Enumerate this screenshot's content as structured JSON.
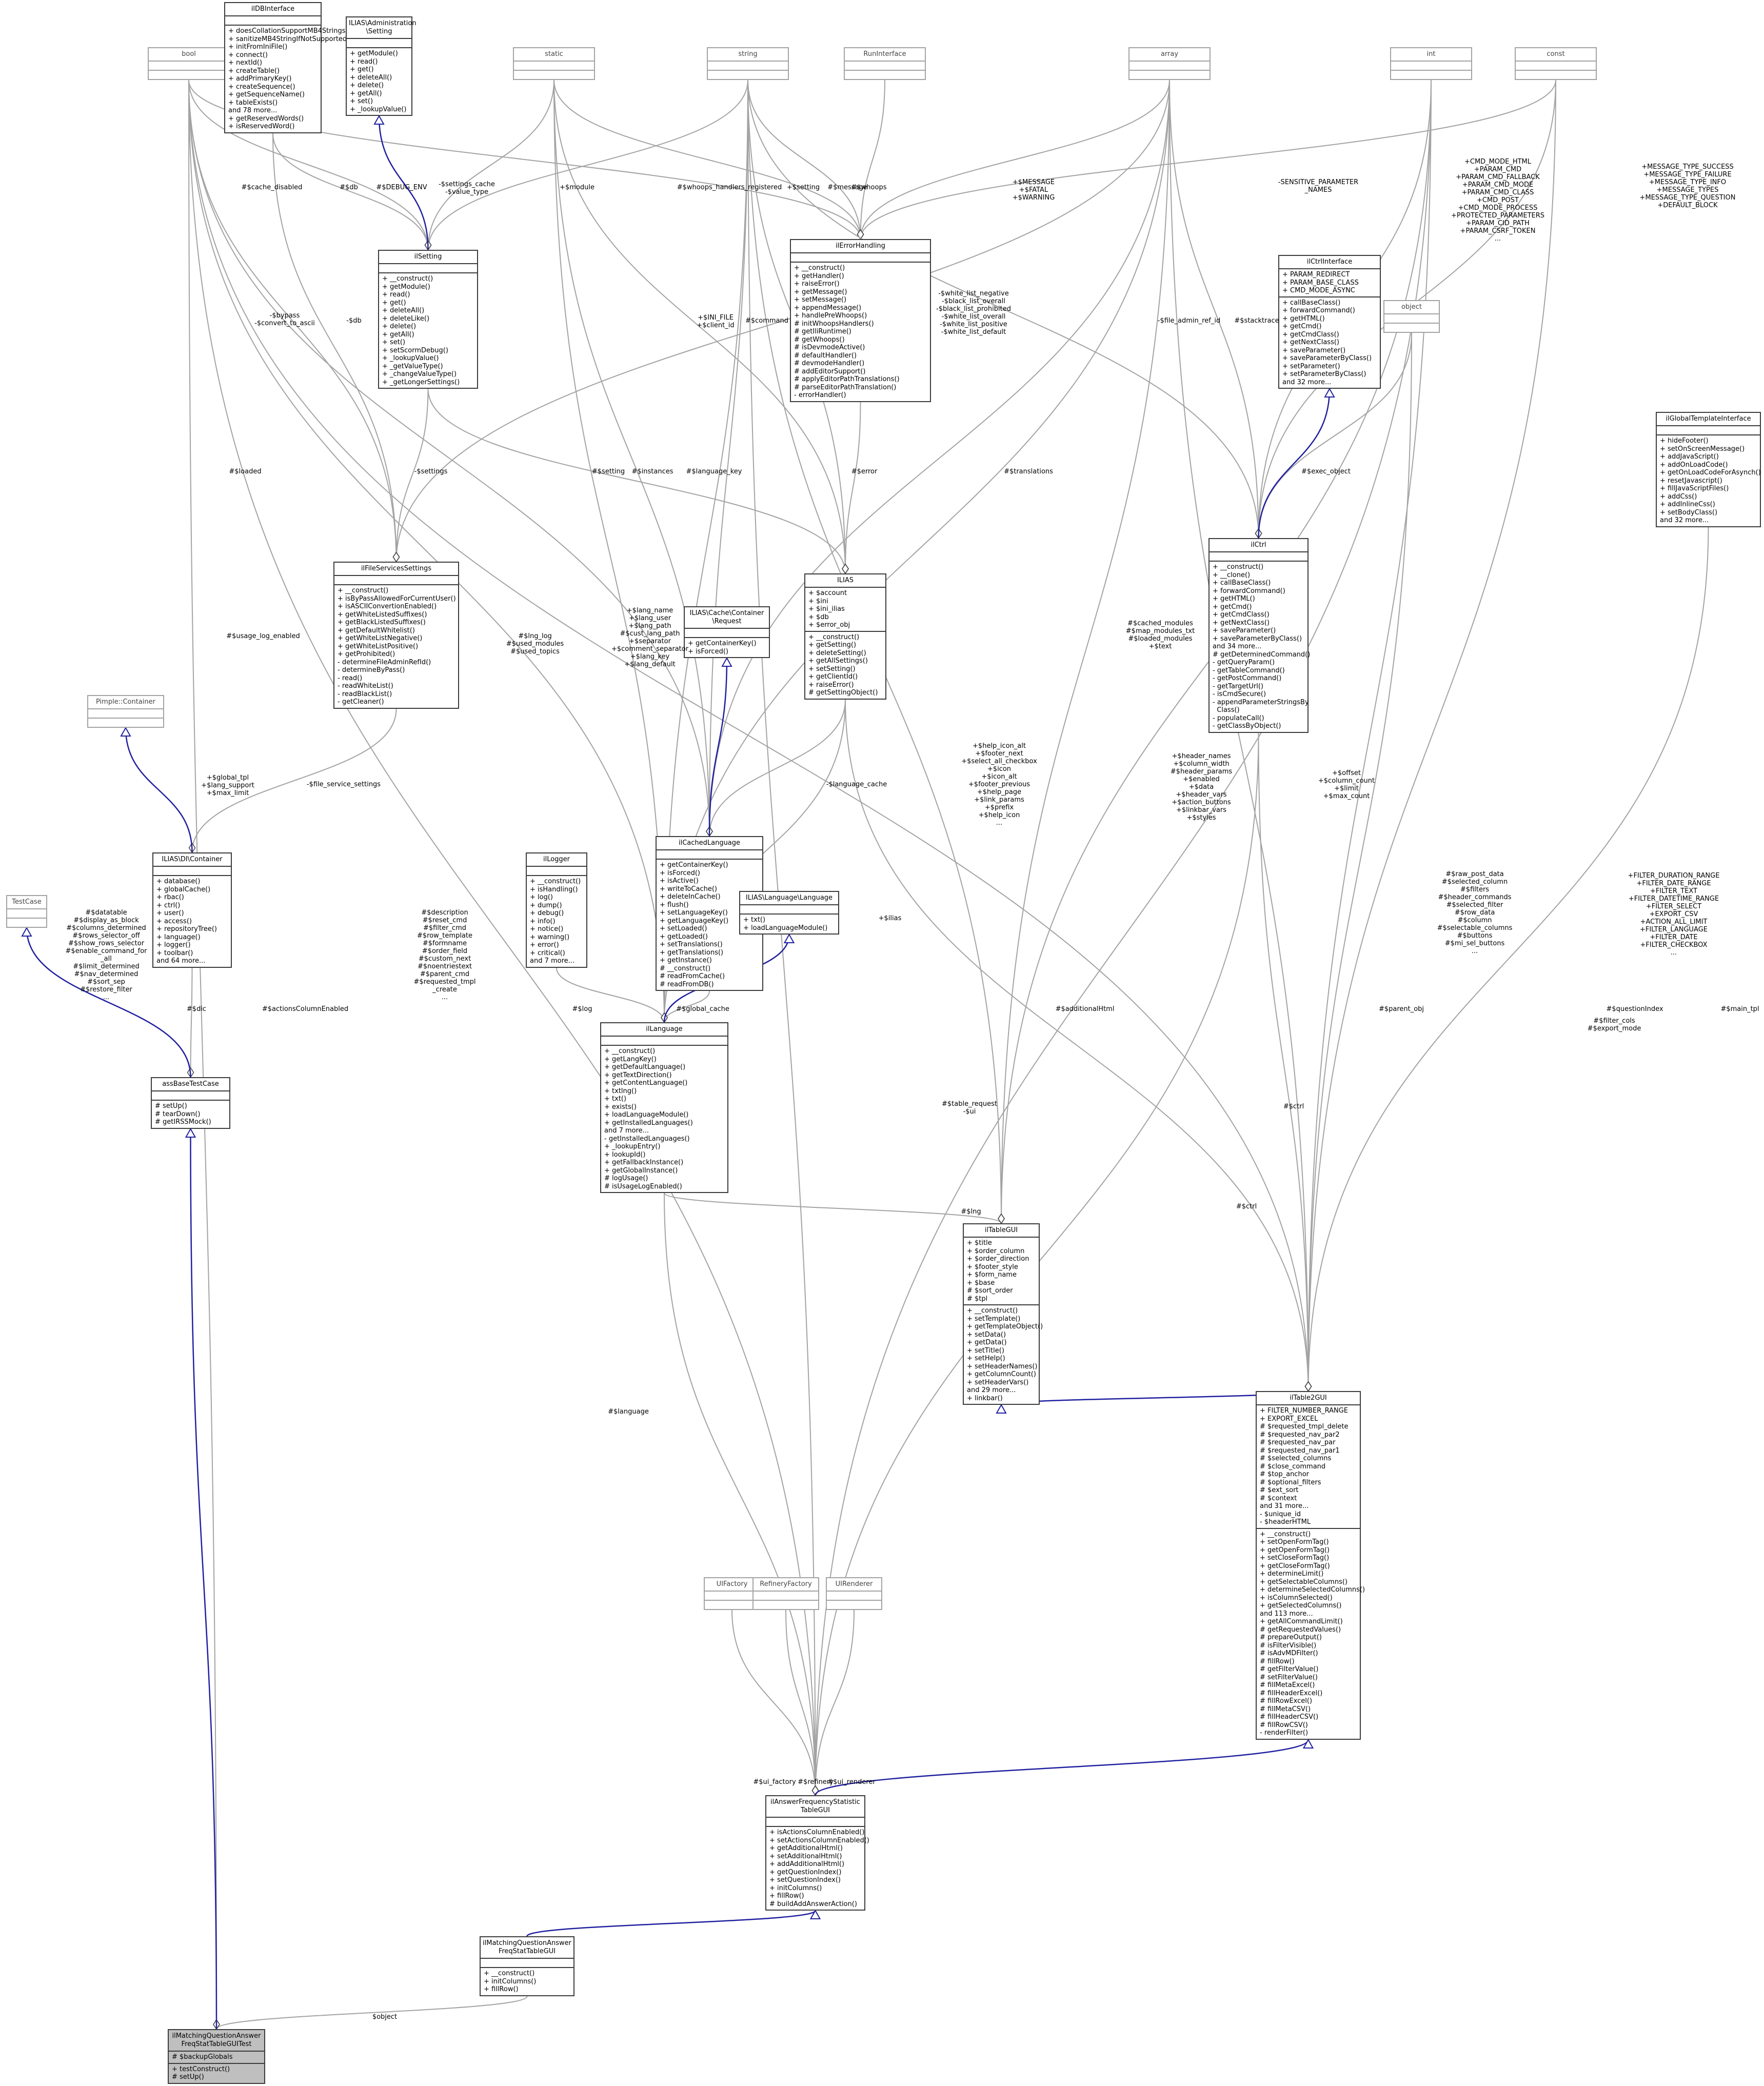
{
  "diagram": {
    "nodes": {
      "bool": {
        "title": "bool",
        "attrs": [],
        "methods": [],
        "ghost": true
      },
      "ilDBInterface": {
        "title": "ilDBInterface",
        "attrs": [],
        "methods": [
          "+ doesCollationSupportMB4Strings()",
          "+ sanitizeMB4StringIfNotSupported()",
          "+ initFromIniFile()",
          "+ connect()",
          "+ nextId()",
          "+ createTable()",
          "+ addPrimaryKey()",
          "+ createSequence()",
          "+ getSequenceName()",
          "+ tableExists()",
          "and 78 more...",
          "+ getReservedWords()",
          "+ isReservedWord()"
        ]
      },
      "iliasSetting": {
        "title": "ILIAS\\Administration\n\\Setting",
        "attrs": [],
        "methods": [
          "+ getModule()",
          "+ read()",
          "+ get()",
          "+ deleteAll()",
          "+ delete()",
          "+ getAll()",
          "+ set()",
          "+ _lookupValue()"
        ]
      },
      "static": {
        "title": "static",
        "attrs": [],
        "methods": [],
        "ghost": true
      },
      "string": {
        "title": "string",
        "attrs": [],
        "methods": [],
        "ghost": true
      },
      "RunInterface": {
        "title": "RunInterface",
        "attrs": [],
        "methods": [],
        "ghost": true
      },
      "array": {
        "title": "array",
        "attrs": [],
        "methods": [],
        "ghost": true
      },
      "int": {
        "title": "int",
        "attrs": [],
        "methods": [],
        "ghost": true
      },
      "const": {
        "title": "const",
        "attrs": [],
        "methods": [],
        "ghost": true
      },
      "ilSetting": {
        "title": "ilSetting",
        "attrs": [],
        "methods": [
          "+ __construct()",
          "+ getModule()",
          "+ read()",
          "+ get()",
          "+ deleteAll()",
          "+ deleteLike()",
          "+ delete()",
          "+ getAll()",
          "+ set()",
          "+ setScormDebug()",
          "+ _lookupValue()",
          "+ _getValueType()",
          "+ _changeValueType()",
          "+ _getLongerSettings()"
        ]
      },
      "ilErrorHandling": {
        "title": "ilErrorHandling",
        "attrs": [],
        "methods": [
          "+ __construct()",
          "+ getHandler()",
          "+ raiseError()",
          "+ getMessage()",
          "+ setMessage()",
          "+ appendMessage()",
          "+ handlePreWhoops()",
          "# initWhoopsHandlers()",
          "# getIliRuntime()",
          "# getWhoops()",
          "# isDevmodeActive()",
          "# defaultHandler()",
          "# devmodeHandler()",
          "# addEditorSupport()",
          "# applyEditorPathTranslations()",
          "# parseEditorPathTranslation()",
          "- errorHandler()"
        ]
      },
      "ilCtrlInterface": {
        "title": "ilCtrlInterface",
        "attrs": [
          "+ PARAM_REDIRECT",
          "+ PARAM_BASE_CLASS",
          "+ CMD_MODE_ASYNC"
        ],
        "methods": [
          "+ callBaseClass()",
          "+ forwardCommand()",
          "+ getHTML()",
          "+ getCmd()",
          "+ getCmdClass()",
          "+ getNextClass()",
          "+ saveParameter()",
          "+ saveParameterByClass()",
          "+ setParameter()",
          "+ setParameterByClass()",
          "and 32 more..."
        ]
      },
      "object": {
        "title": "object",
        "attrs": [],
        "methods": [],
        "ghost": true
      },
      "ilGlobalTemplateInterface": {
        "title": "ilGlobalTemplateInterface",
        "attrs": [],
        "methods": [
          "+ hideFooter()",
          "+ setOnScreenMessage()",
          "+ addJavaScript()",
          "+ addOnLoadCode()",
          "+ getOnLoadCodeForAsynch()",
          "+ resetJavascript()",
          "+ fillJavaScriptFiles()",
          "+ addCss()",
          "+ addInlineCss()",
          "+ setBodyClass()",
          "and 32 more..."
        ]
      },
      "ilFileServicesSettings": {
        "title": "ilFileServicesSettings",
        "attrs": [],
        "methods": [
          "+ __construct()",
          "+ isByPassAllowedForCurrentUser()",
          "+ isASCIIConvertionEnabled()",
          "+ getWhiteListedSuffixes()",
          "+ getBlackListedSuffixes()",
          "+ getDefaultWhitelist()",
          "+ getWhiteListNegative()",
          "+ getWhiteListPositive()",
          "+ getProhibited()",
          "- determineFileAdminRefId()",
          "- determineByPass()",
          "- read()",
          "- readWhiteList()",
          "- readBlackList()",
          "- getCleaner()"
        ]
      },
      "ILIAS": {
        "title": "ILIAS",
        "attrs": [
          "+ $account",
          "+ $ini",
          "+ $ini_ilias",
          "+ $db",
          "+ $error_obj"
        ],
        "methods": [
          "+ __construct()",
          "+ getSetting()",
          "+ deleteSetting()",
          "+ getAllSettings()",
          "+ setSetting()",
          "+ getClientId()",
          "+ raiseError()",
          "# getSettingObject()"
        ]
      },
      "ilCtrl": {
        "title": "ilCtrl",
        "attrs": [],
        "methods": [
          "+ __construct()",
          "+ __clone()",
          "+ callBaseClass()",
          "+ forwardCommand()",
          "+ getHTML()",
          "+ getCmd()",
          "+ getCmdClass()",
          "+ getNextClass()",
          "+ saveParameter()",
          "+ saveParameterByClass()",
          "and 34 more...",
          "# getDeterminedCommand()",
          "- getQueryParam()",
          "- getTableCommand()",
          "- getPostCommand()",
          "- getTargetUrl()",
          "- isCmdSecure()",
          "- appendParameterStringsBy",
          "  Class()",
          "- populateCall()",
          "- getClassByObject()"
        ]
      },
      "PimpleContainer": {
        "title": "Pimple::Container",
        "attrs": [],
        "methods": [],
        "ghost": true
      },
      "CacheRequest": {
        "title": "ILIAS\\Cache\\Container\n\\Request",
        "attrs": [],
        "methods": [
          "+ getContainerKey()",
          "+ isForced()"
        ]
      },
      "TestCase": {
        "title": "TestCase",
        "attrs": [],
        "methods": [],
        "ghost": true
      },
      "DIContainer": {
        "title": "ILIAS\\DI\\Container",
        "attrs": [],
        "methods": [
          "+ database()",
          "+ globalCache()",
          "+ rbac()",
          "+ ctrl()",
          "+ user()",
          "+ access()",
          "+ repositoryTree()",
          "+ language()",
          "+ logger()",
          "+ toolbar()",
          "and 64 more..."
        ]
      },
      "ilLogger": {
        "title": "ilLogger",
        "attrs": [],
        "methods": [
          "+ __construct()",
          "+ isHandling()",
          "+ log()",
          "+ dump()",
          "+ debug()",
          "+ info()",
          "+ notice()",
          "+ warning()",
          "+ error()",
          "+ critical()",
          "and 7 more..."
        ]
      },
      "ilCachedLanguage": {
        "title": "ilCachedLanguage",
        "attrs": [],
        "methods": [
          "+ getContainerKey()",
          "+ isForced()",
          "+ isActive()",
          "+ writeToCache()",
          "+ deleteInCache()",
          "+ flush()",
          "+ setLanguageKey()",
          "+ getLanguageKey()",
          "+ setLoaded()",
          "+ getLoaded()",
          "+ setTranslations()",
          "+ getTranslations()",
          "+ getInstance()",
          "# __construct()",
          "# readFromCache()",
          "# readFromDB()"
        ]
      },
      "LanguageIface": {
        "title": "ILIAS\\Language\\Language",
        "attrs": [],
        "methods": [
          "+ txt()",
          "+ loadLanguageModule()"
        ]
      },
      "assBaseTestCase": {
        "title": "assBaseTestCase",
        "attrs": [],
        "methods": [
          "# setUp()",
          "# tearDown()",
          "# getIRSSMock()"
        ]
      },
      "ilLanguage": {
        "title": "ilLanguage",
        "attrs": [],
        "methods": [
          "+ __construct()",
          "+ getLangKey()",
          "+ getDefaultLanguage()",
          "+ getTextDirection()",
          "+ getContentLanguage()",
          "+ txtlng()",
          "+ txt()",
          "+ exists()",
          "+ loadLanguageModule()",
          "+ getInstalledLanguages()",
          "and 7 more...",
          "- getInstalledLanguages()",
          "+ _lookupEntry()",
          "+ lookupId()",
          "+ getFallbackInstance()",
          "+ getGlobalInstance()",
          "# logUsage()",
          "# isUsageLogEnabled()"
        ]
      },
      "ilTableGUI": {
        "title": "ilTableGUI",
        "attrs": [
          "+ $title",
          "+ $order_column",
          "+ $order_direction",
          "+ $footer_style",
          "+ $form_name",
          "+ $base",
          "# $sort_order",
          "# $tpl"
        ],
        "methods": [
          "+ __construct()",
          "+ setTemplate()",
          "+ getTemplateObject()",
          "+ setData()",
          "+ getData()",
          "+ setTitle()",
          "+ setHelp()",
          "+ setHeaderNames()",
          "+ getColumnCount()",
          "+ setHeaderVars()",
          "and 29 more...",
          "+ linkbar()"
        ]
      },
      "ilTable2GUI": {
        "title": "ilTable2GUI",
        "attrs": [
          "+ FILTER_NUMBER_RANGE",
          "+ EXPORT_EXCEL",
          "# $requested_tmpl_delete",
          "# $requested_nav_par2",
          "# $requested_nav_par",
          "# $requested_nav_par1",
          "# $selected_columns",
          "# $close_command",
          "# $top_anchor",
          "# $optional_filters",
          "# $ext_sort",
          "# $context",
          "and 31 more...",
          "- $unique_id",
          "- $headerHTML"
        ],
        "methods": [
          "+ __construct()",
          "+ setOpenFormTag()",
          "+ getOpenFormTag()",
          "+ setCloseFormTag()",
          "+ getCloseFormTag()",
          "+ determineLimit()",
          "+ getSelectableColumns()",
          "+ determineSelectedColumns()",
          "+ isColumnSelected()",
          "+ getSelectedColumns()",
          "and 113 more...",
          "+ getAllCommandLimit()",
          "# getRequestedValues()",
          "# prepareOutput()",
          "# isFilterVisible()",
          "# isAdvMDFilter()",
          "# fillRow()",
          "# getFilterValue()",
          "# setFilterValue()",
          "# fillMetaExcel()",
          "# fillHeaderExcel()",
          "# fillRowExcel()",
          "# fillMetaCSV()",
          "# fillHeaderCSV()",
          "# fillRowCSV()",
          "- renderFilter()"
        ]
      },
      "UIFactory": {
        "title": "UIFactory",
        "attrs": [],
        "methods": [],
        "ghost": true
      },
      "RefineryFactory": {
        "title": "RefineryFactory",
        "attrs": [],
        "methods": [],
        "ghost": true
      },
      "UIRenderer": {
        "title": "UIRenderer",
        "attrs": [],
        "methods": [],
        "ghost": true
      },
      "ilAnswerFreq": {
        "title": "ilAnswerFrequencyStatistic\nTableGUI",
        "attrs": [],
        "methods": [
          "+ isActionsColumnEnabled()",
          "+ setActionsColumnEnabled()",
          "+ getAdditionalHtml()",
          "+ setAdditionalHtml()",
          "+ addAdditionalHtml()",
          "+ getQuestionIndex()",
          "+ setQuestionIndex()",
          "+ initColumns()",
          "+ fillRow()",
          "# buildAddAnswerAction()"
        ]
      },
      "ilMatchingFreq": {
        "title": "ilMatchingQuestionAnswer\nFreqStatTableGUI",
        "attrs": [],
        "methods": [
          "+ __construct()",
          "+ initColumns()",
          "+ fillRow()"
        ]
      },
      "ilMatchingTest": {
        "title": "ilMatchingQuestionAnswer\nFreqStatTableGUITest",
        "attrs": [
          "# $backupGlobals"
        ],
        "methods": [
          "+ testConstruct()",
          "# setUp()"
        ],
        "focus": true
      }
    },
    "labels": {
      "cache_disabled": "#$cache_disabled",
      "db": "#$db",
      "debug_env": "#$DEBUG_ENV",
      "settings_cache": "-$settings_cache\n-$value_type",
      "module": "+$module",
      "whoops_handlers": "#$whoops_handlers_registered",
      "setting_p": "+$setting",
      "message": "#$message",
      "whoops": "#$whoops",
      "message_fatal": "+$MESSAGE\n+$FATAL\n+$WARNING",
      "sensitive": "-SENSITIVE_PARAMETER\n_NAMES",
      "cmd_consts": "+CMD_MODE_HTML\n+PARAM_CMD\n+PARAM_CMD_FALLBACK\n+PARAM_CMD_MODE\n+PARAM_CMD_CLASS\n+CMD_POST\n+CMD_MODE_PROCESS\n+PROTECTED_PARAMETERS\n+PARAM_CID_PATH\n+PARAM_CSRF_TOKEN\n...",
      "msg_consts": "+MESSAGE_TYPE_SUCCESS\n+MESSAGE_TYPE_FAILURE\n+MESSAGE_TYPE_INFO\n+MESSAGE_TYPES\n+MESSAGE_TYPE_QUESTION\n+DEFAULT_BLOCK",
      "bypass": "-$bypass\n-$convert_to_ascii",
      "db2": "-$db",
      "ini_file": "+$INI_FILE\n+$client_id",
      "command": "#$command",
      "white_list": "-$white_list_negative\n-$black_list_overall\n-$black_list_prohibited\n-$white_list_overall\n-$white_list_positive\n-$white_list_default",
      "file_admin": "-$file_admin_ref_id",
      "stacktrace": "#$stacktrace",
      "loaded": "#$loaded",
      "settings": "-$settings",
      "setting_h": "#$setting",
      "instances": "#$instances",
      "language_key": "#$language_key",
      "error": "#$error",
      "translations": "#$translations",
      "exec_object": "#$exec_object",
      "usage_log": "#$usage_log_enabled",
      "lng_log": "#$lng_log\n#$used_modules\n#$used_topics",
      "lang_name": "+$lang_name\n+$lang_user\n+$lang_path\n#$cust_lang_path\n+$separator\n+$comment_separator\n+$lang_key\n+$lang_default",
      "cached_modules": "#$cached_modules\n#$map_modules_txt\n#$loaded_modules\n+$text",
      "global_tpl": "+$global_tpl\n+$lang_support\n+$max_limit",
      "file_service": "-$file_service_settings",
      "language_cache": "-$language_cache",
      "help_icon": "+$help_icon_alt\n+$footer_next\n+$select_all_checkbox\n+$icon\n+$icon_alt\n+$footer_previous\n+$help_page\n+$link_params\n+$prefix\n+$help_icon\n...",
      "header_names": "+$header_names\n+$column_width\n#$header_params\n+$enabled\n+$data\n+$header_vars\n+$action_buttons\n+$linkbar_vars\n+$styles",
      "offset": "+$offset\n+$column_count\n+$limit\n+$max_count",
      "datatable": "#$datatable\n#$display_as_block\n#$columns_determined\n#$rows_selector_off\n#$show_rows_selector\n#$enable_command_for\n_all\n#$limit_determined\n#$nav_determined\n#$sort_sep\n#$restore_filter\n...",
      "description": "#$description\n#$reset_cmd\n#$filter_cmd\n#$row_template\n#$formname\n#$order_field\n#$custom_next\n#$noentriestext\n#$parent_cmd\n#$requested_tmpl\n_create\n...",
      "ilias": "+$ilias",
      "log": "#$log",
      "global_cache": "#$global_cache",
      "row_post": "#$raw_post_data\n#$selected_column\n#$filters\n#$header_commands\n#$selected_filter\n#$row_data\n#$column\n#$selectable_columns\n#$buttons\n#$mi_sel_buttons\n...",
      "filter_cols": "#$filter_cols\n#$export_mode",
      "filter_consts": "+FILTER_DURATION_RANGE\n+FILTER_DATE_RANGE\n+FILTER_TEXT\n+FILTER_DATETIME_RANGE\n+FILTER_SELECT\n+EXPORT_CSV\n+ACTION_ALL_LIMIT\n+FILTER_LANGUAGE\n+FILTER_DATE\n+FILTER_CHECKBOX\n...",
      "dic": "#$dic",
      "actions_col": "#$actionsColumnEnabled",
      "table_request": "#$table_request\n-$ui",
      "additional_html": "#$additionalHtml",
      "parent_obj": "#$parent_obj",
      "question_index": "#$questionIndex",
      "main_tpl": "#$main_tpl",
      "ctrl": "#$ctrl",
      "ctrl2": "#$ctrl",
      "lng": "#$lng",
      "language": "#$language",
      "ui_factory": "#$ui_factory",
      "refinery": "#$refinery",
      "ui_renderer": "#$ui_renderer",
      "object_lbl": "$object"
    }
  }
}
